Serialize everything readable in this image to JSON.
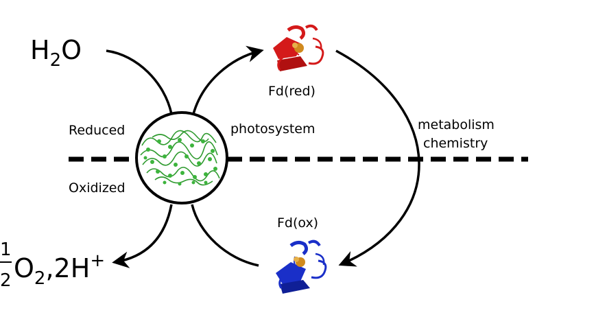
{
  "labels": {
    "water": "H",
    "water_sub": "2",
    "water_tail": "O",
    "products_num": "1",
    "products_den": "2",
    "products_o": "O",
    "products_o_sub": "2",
    "products_rest": ",2H",
    "products_sup": "+",
    "reduced": "Reduced",
    "oxidized": "Oxidized",
    "photosystem": "photosystem",
    "fd_red": "Fd(red)",
    "fd_ox": "Fd(ox)",
    "metabolism": "metabolism",
    "chemistry": "chemistry"
  },
  "icons": {
    "photosystem": "green-protein-complex-icon",
    "fd_red": "red-ferredoxin-protein-icon",
    "fd_ox": "blue-ferredoxin-protein-icon"
  },
  "colors": {
    "photosystem": "#2e9a2e",
    "fd_red": "#d41a1a",
    "fd_ox": "#1a2fc8",
    "cluster": "#d08a1e"
  }
}
